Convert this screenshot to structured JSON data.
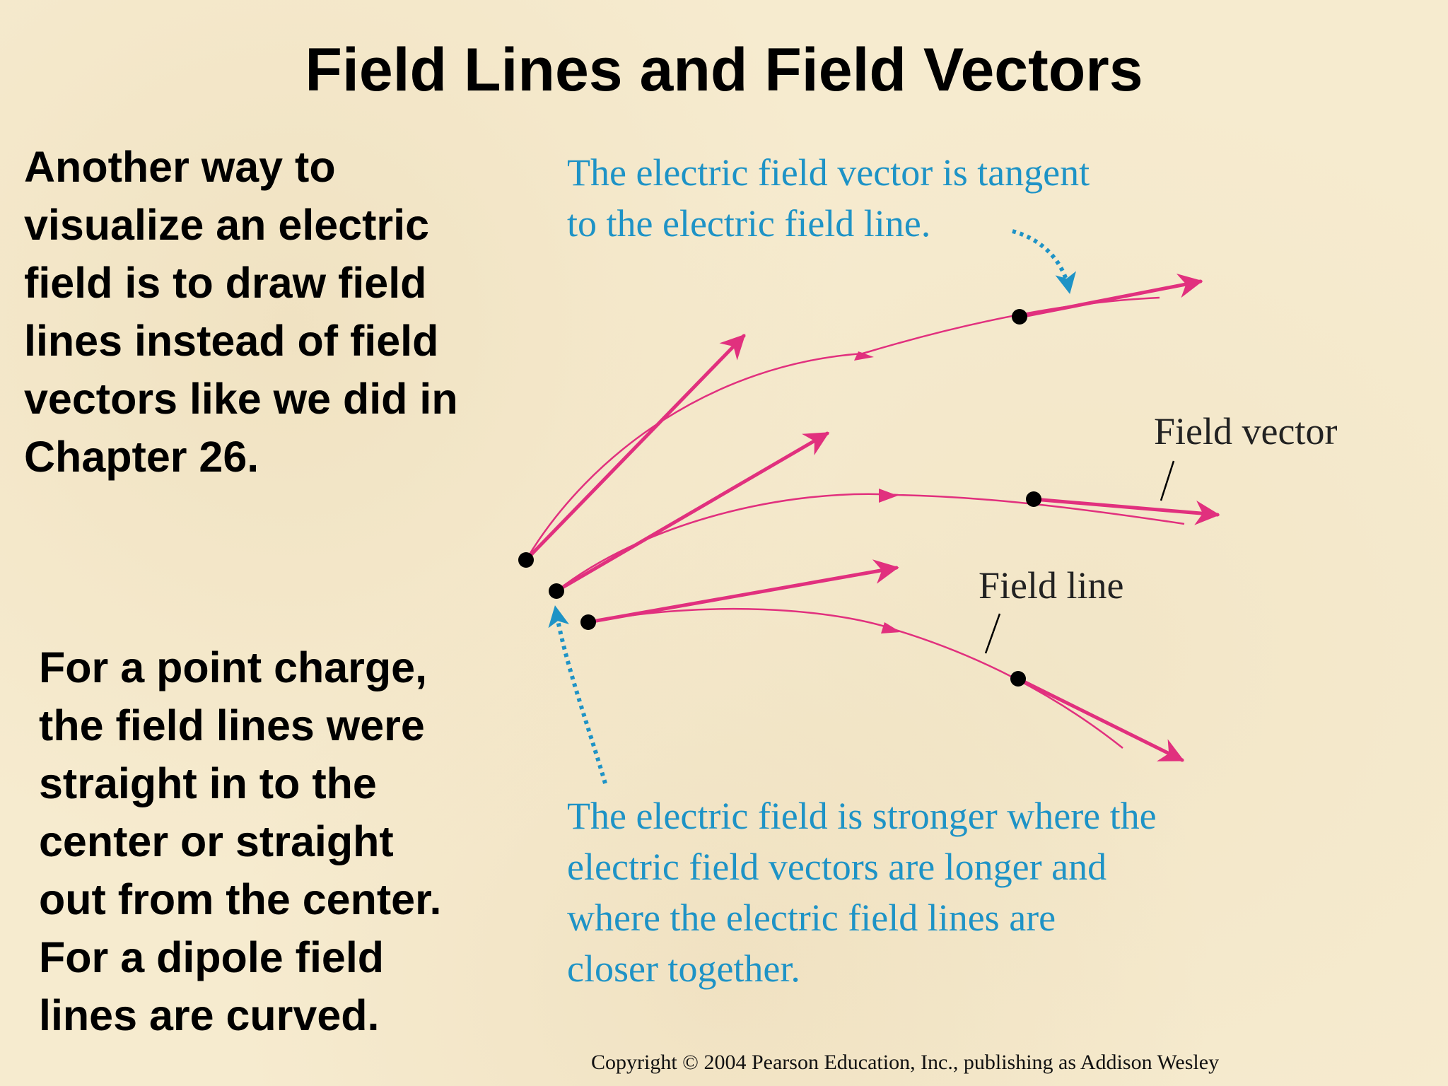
{
  "title": "Field Lines and Field Vectors",
  "paragraph1": [
    "Another way to",
    "visualize an electric",
    "field is to draw field",
    "lines instead of field",
    "vectors like we did in",
    "Chapter 26."
  ],
  "paragraph2": [
    "For a point charge,",
    "the field lines were",
    "straight in to the",
    "center or straight",
    "out from the center.",
    "For a dipole field",
    "lines are curved."
  ],
  "diagram": {
    "tangent_caption": [
      "The electric field vector is tangent",
      "to the electric field line."
    ],
    "field_vector_label": "Field vector",
    "field_line_label": "Field line",
    "strength_caption": [
      "The electric field is stronger where the",
      "electric field vectors are longer and",
      "where the electric field lines are",
      "closer together."
    ]
  },
  "copyright": "Copyright © 2004 Pearson Education, Inc., publishing as Addison Wesley",
  "colors": {
    "background": "#f6ebcf",
    "vector_magenta": "#e1307e",
    "caption_blue": "#1e93c6",
    "text": "#000000"
  }
}
